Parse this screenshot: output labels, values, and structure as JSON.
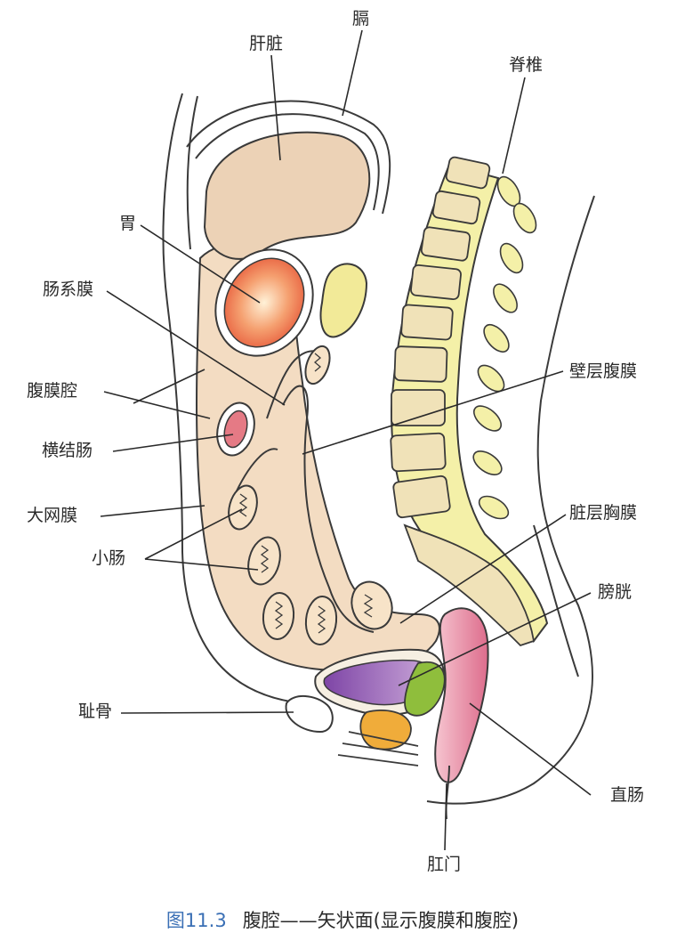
{
  "labels": {
    "diaphragm": "膈",
    "liver": "肝脏",
    "spine": "脊椎",
    "stomach": "胃",
    "mesentery": "肠系膜",
    "parietal_peritoneum": "壁层腹膜",
    "peritoneal_cavity": "腹膜腔",
    "transverse_colon": "横结肠",
    "greater_omentum": "大网膜",
    "visceral_pleura": "脏层胸膜",
    "small_intestine": "小肠",
    "bladder": "膀胱",
    "pubis": "耻骨",
    "rectum": "直肠",
    "anus": "肛门"
  },
  "caption": {
    "number": "图11.3",
    "text": "腹腔——矢状面(显示腹膜和腹腔)"
  },
  "colors": {
    "outline": "#3a3a3a",
    "tissue": "#f3dcc2",
    "liver": "#ecd2b6",
    "bone": "#f0e2b8",
    "spinal": "#f4f0a8",
    "stomach": "#ef7d55",
    "colon": "#e57a85",
    "bladder": "#9a58b6",
    "rectum": "#e48aa2",
    "prostate": "#f0ac3a",
    "vesicle": "#8fbe3c",
    "caption_number": "#3a6fb5"
  }
}
